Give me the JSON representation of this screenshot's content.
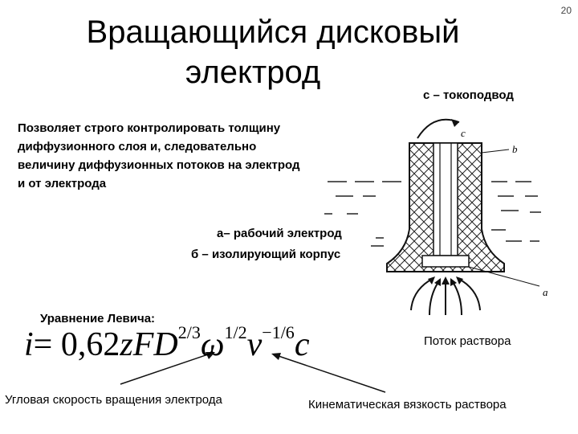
{
  "slide": {
    "title_line1": "Вращающийся дисковый",
    "title_line2": "электрод",
    "page_number": "20",
    "contact_label": "с – токоподвод",
    "description": "Позволяет строго контролировать толщину диффузионного слоя и, следовательно величину диффузионных потоков на электрод и от электрода",
    "working_electrode_label": "а– рабочий электрод",
    "insulating_body_label": "б – изолирующий корпус",
    "flow_label": "Поток раствора",
    "levich_label": "Уравнение Левича:",
    "formula": {
      "lhs": "i",
      "equals": "= 0,62",
      "z": "z",
      "F": "F",
      "D": "D",
      "D_exp": "2/3",
      "omega": "ω",
      "omega_exp": "1/2",
      "nu": "ν",
      "nu_exp": "−1/6",
      "c": "c"
    },
    "angular_velocity_caption": "Угловая скорость вращения электрода",
    "viscosity_caption": "Кинематическая вязкость раствора",
    "diagram_letters": {
      "c": "c",
      "b": "b",
      "a": "a"
    }
  }
}
